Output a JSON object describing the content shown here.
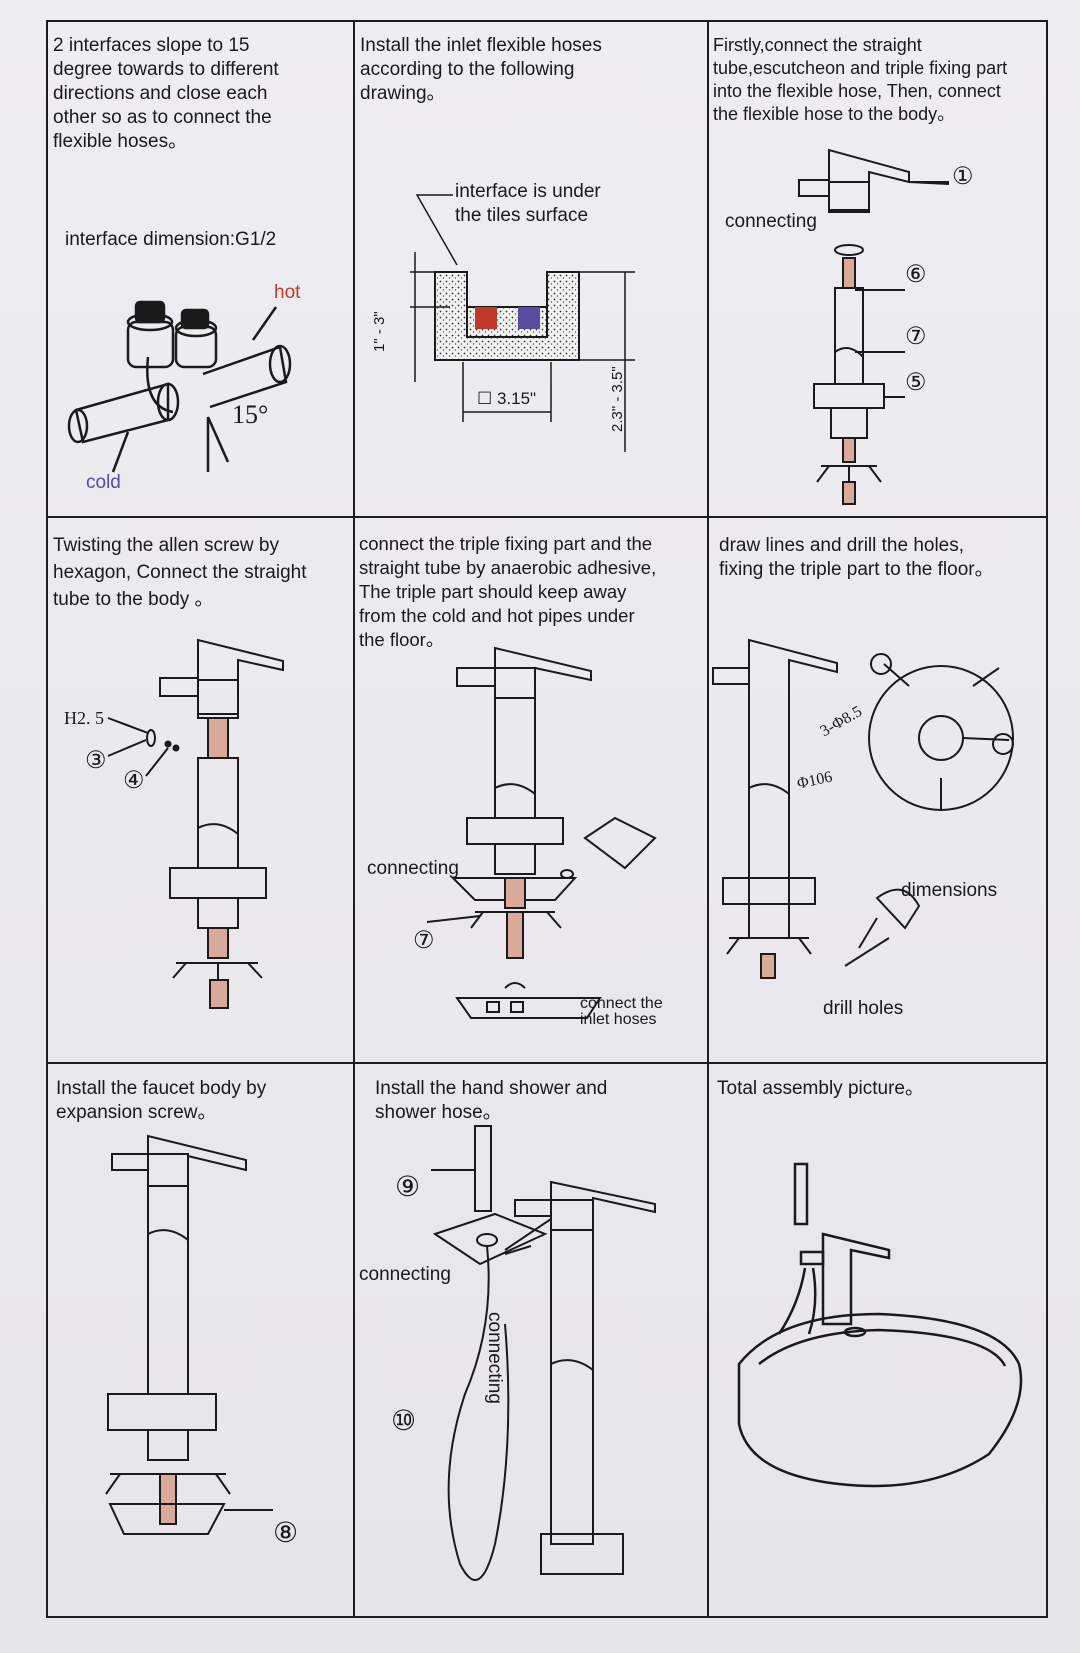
{
  "colors": {
    "hot": "#c0392b",
    "cold": "#5a4aa0",
    "ink": "#1a1a1a"
  },
  "cells": [
    {
      "text": "2 interfaces slope to 15\ndegree towards to different\ndirections and close each\nother so as to connect the\nflexible hoses。",
      "interface_dimension": "interface dimension:G1/2",
      "hot": "hot",
      "cold": "cold",
      "angle": "15°"
    },
    {
      "text": "Install the inlet flexible hoses\naccording to the following\ndrawing。",
      "under_tiles": "interface is under\nthe tiles surface",
      "dim_left": "1\" - 3\"",
      "dim_width": "☐ 3.15\"",
      "dim_right": "2.3\" - 3.5\""
    },
    {
      "text": "Firstly,connect the straight\ntube,escutcheon and triple fixing part\ninto the flexible hose,  Then, connect\nthe flexible hose to the body。",
      "connecting": "connecting",
      "callouts": [
        "①",
        "⑥",
        "⑦",
        "⑤"
      ]
    },
    {
      "text": "Twisting the allen screw by\nhexagon,  Connect the straight\ntube to the body 。",
      "h25": "H2. 5",
      "callouts": [
        "③",
        "④"
      ]
    },
    {
      "text": "connect the triple fixing part and the\nstraight tube by anaerobic adhesive,\nThe triple part should keep away\nfrom the cold and hot pipes under\nthe floor。",
      "connecting": "connecting",
      "callout": "⑦",
      "inlet": "connect the\ninlet hoses"
    },
    {
      "text": "draw lines and drill the holes,\nfixing the triple part to the floor。",
      "holes_dim": "3-Φ8.5",
      "circle_dim": "Φ106",
      "dimensions": "dimensions",
      "drill": "drill holes"
    },
    {
      "text": "Install the faucet body by\nexpansion screw。",
      "callout": "⑧"
    },
    {
      "text": "Install the hand shower and\nshower hose。",
      "connecting": "connecting",
      "connecting_vertical": "connecting",
      "callouts": [
        "⑨",
        "⑩"
      ]
    },
    {
      "text": "Total assembly picture。"
    }
  ]
}
